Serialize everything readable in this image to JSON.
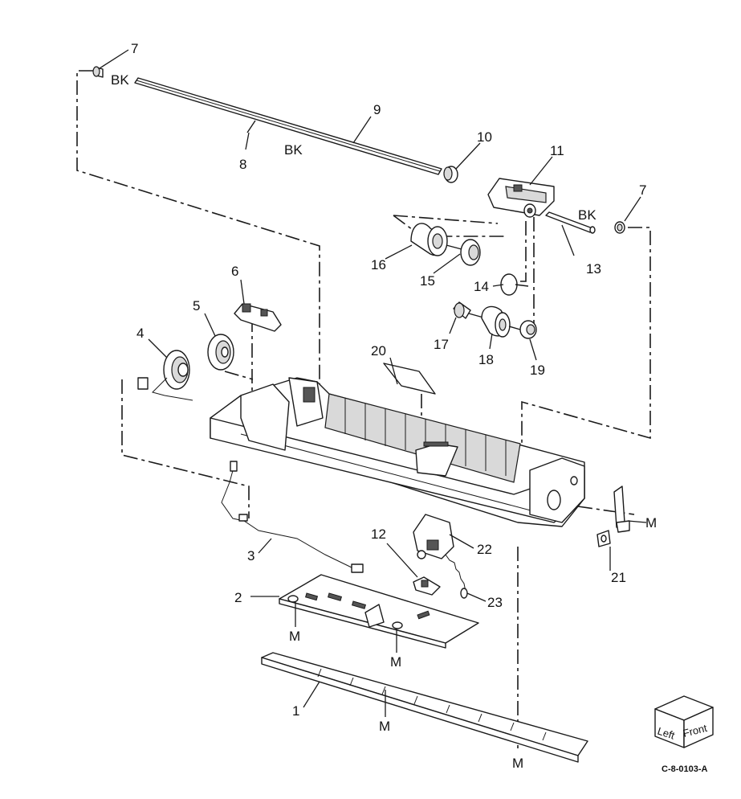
{
  "diagram": {
    "part_numbers": [
      "1",
      "2",
      "3",
      "4",
      "5",
      "6",
      "7",
      "7",
      "8",
      "9",
      "10",
      "11",
      "12",
      "13",
      "14",
      "15",
      "16",
      "17",
      "18",
      "19",
      "20",
      "21",
      "22",
      "23"
    ],
    "bk_labels": [
      "BK",
      "BK",
      "BK"
    ],
    "m_labels": [
      "M",
      "M",
      "M",
      "M",
      "M"
    ],
    "orientation_cube": {
      "left": "Left",
      "front": "Front"
    },
    "figure_code": "C-8-0103-A"
  }
}
